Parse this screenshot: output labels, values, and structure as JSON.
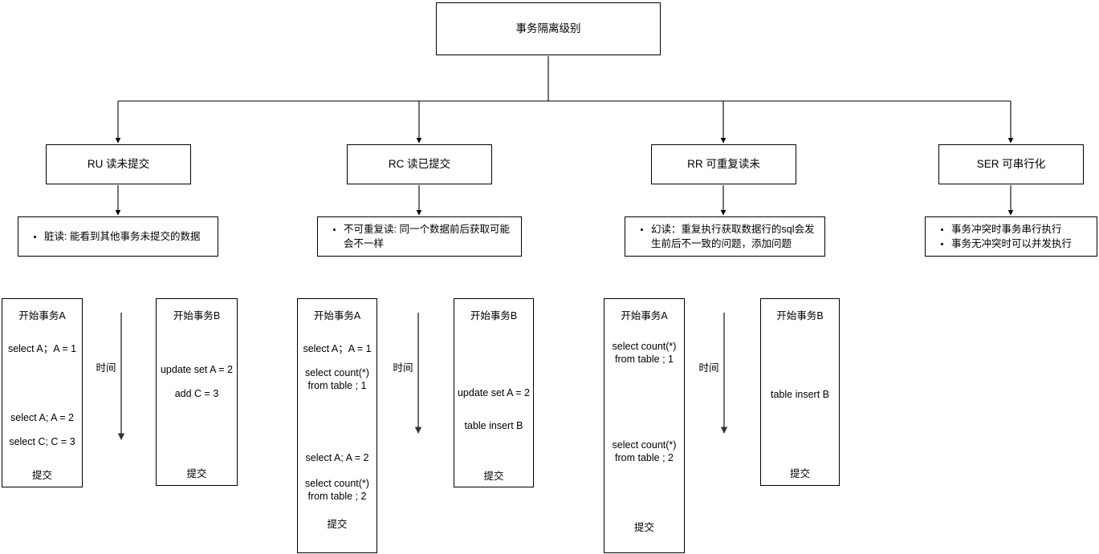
{
  "diagram": {
    "title": "事务隔离级别",
    "root": {
      "label": "事务隔离级别"
    },
    "levels": [
      {
        "id": "ru",
        "label": "RU 读未提交"
      },
      {
        "id": "rc",
        "label": "RC 读已提交"
      },
      {
        "id": "rr",
        "label": "RR 可重复读未"
      },
      {
        "id": "ser",
        "label": "SER 可串行化"
      }
    ],
    "descriptions": [
      {
        "id": "ru-desc",
        "bullets": [
          "脏读: 能看到其他事务未提交的数据"
        ]
      },
      {
        "id": "rc-desc",
        "bullets": [
          "不可重复读: 同一个数据前后获取可能会不一样"
        ]
      },
      {
        "id": "rr-desc",
        "bullets": [
          "幻读：重复执行获取数据行的sql会发生前后不一致的问题，添加问题"
        ]
      },
      {
        "id": "ser-desc",
        "bullets": [
          "事务冲突时事务串行执行",
          "事务无冲突时可以并发执行"
        ]
      }
    ],
    "timeline_label": "时间",
    "examples": [
      {
        "id": "ru-example",
        "time_label": "时间",
        "tx_a": {
          "title": "开始事务A",
          "steps": [
            "select A；A = 1",
            "select A;  A = 2",
            "select C;  C = 3"
          ],
          "commit": "提交"
        },
        "tx_b": {
          "title": "开始事务B",
          "steps": [
            "update set A = 2",
            "add C = 3"
          ],
          "commit": "提交"
        }
      },
      {
        "id": "rc-example",
        "time_label": "时间",
        "tx_a": {
          "title": "开始事务A",
          "steps": [
            "select A；A = 1",
            "select count(*)\nfrom table ; 1",
            "select A;  A = 2",
            "select count(*)\nfrom table ; 2"
          ],
          "commit": "提交"
        },
        "tx_b": {
          "title": "开始事务B",
          "steps": [
            "update set A = 2",
            "table insert B"
          ],
          "commit": "提交"
        }
      },
      {
        "id": "rr-example",
        "time_label": "时间",
        "tx_a": {
          "title": "开始事务A",
          "steps": [
            "select count(*)\nfrom table ; 1",
            "select count(*)\nfrom table ; 2"
          ],
          "commit": "提交"
        },
        "tx_b": {
          "title": "开始事务B",
          "steps": [
            "table insert B"
          ],
          "commit": "提交"
        }
      }
    ],
    "colors": {
      "stroke": "#000000",
      "background": "#ffffff",
      "text": "#000000",
      "timeline_arrow": "#333333"
    }
  }
}
